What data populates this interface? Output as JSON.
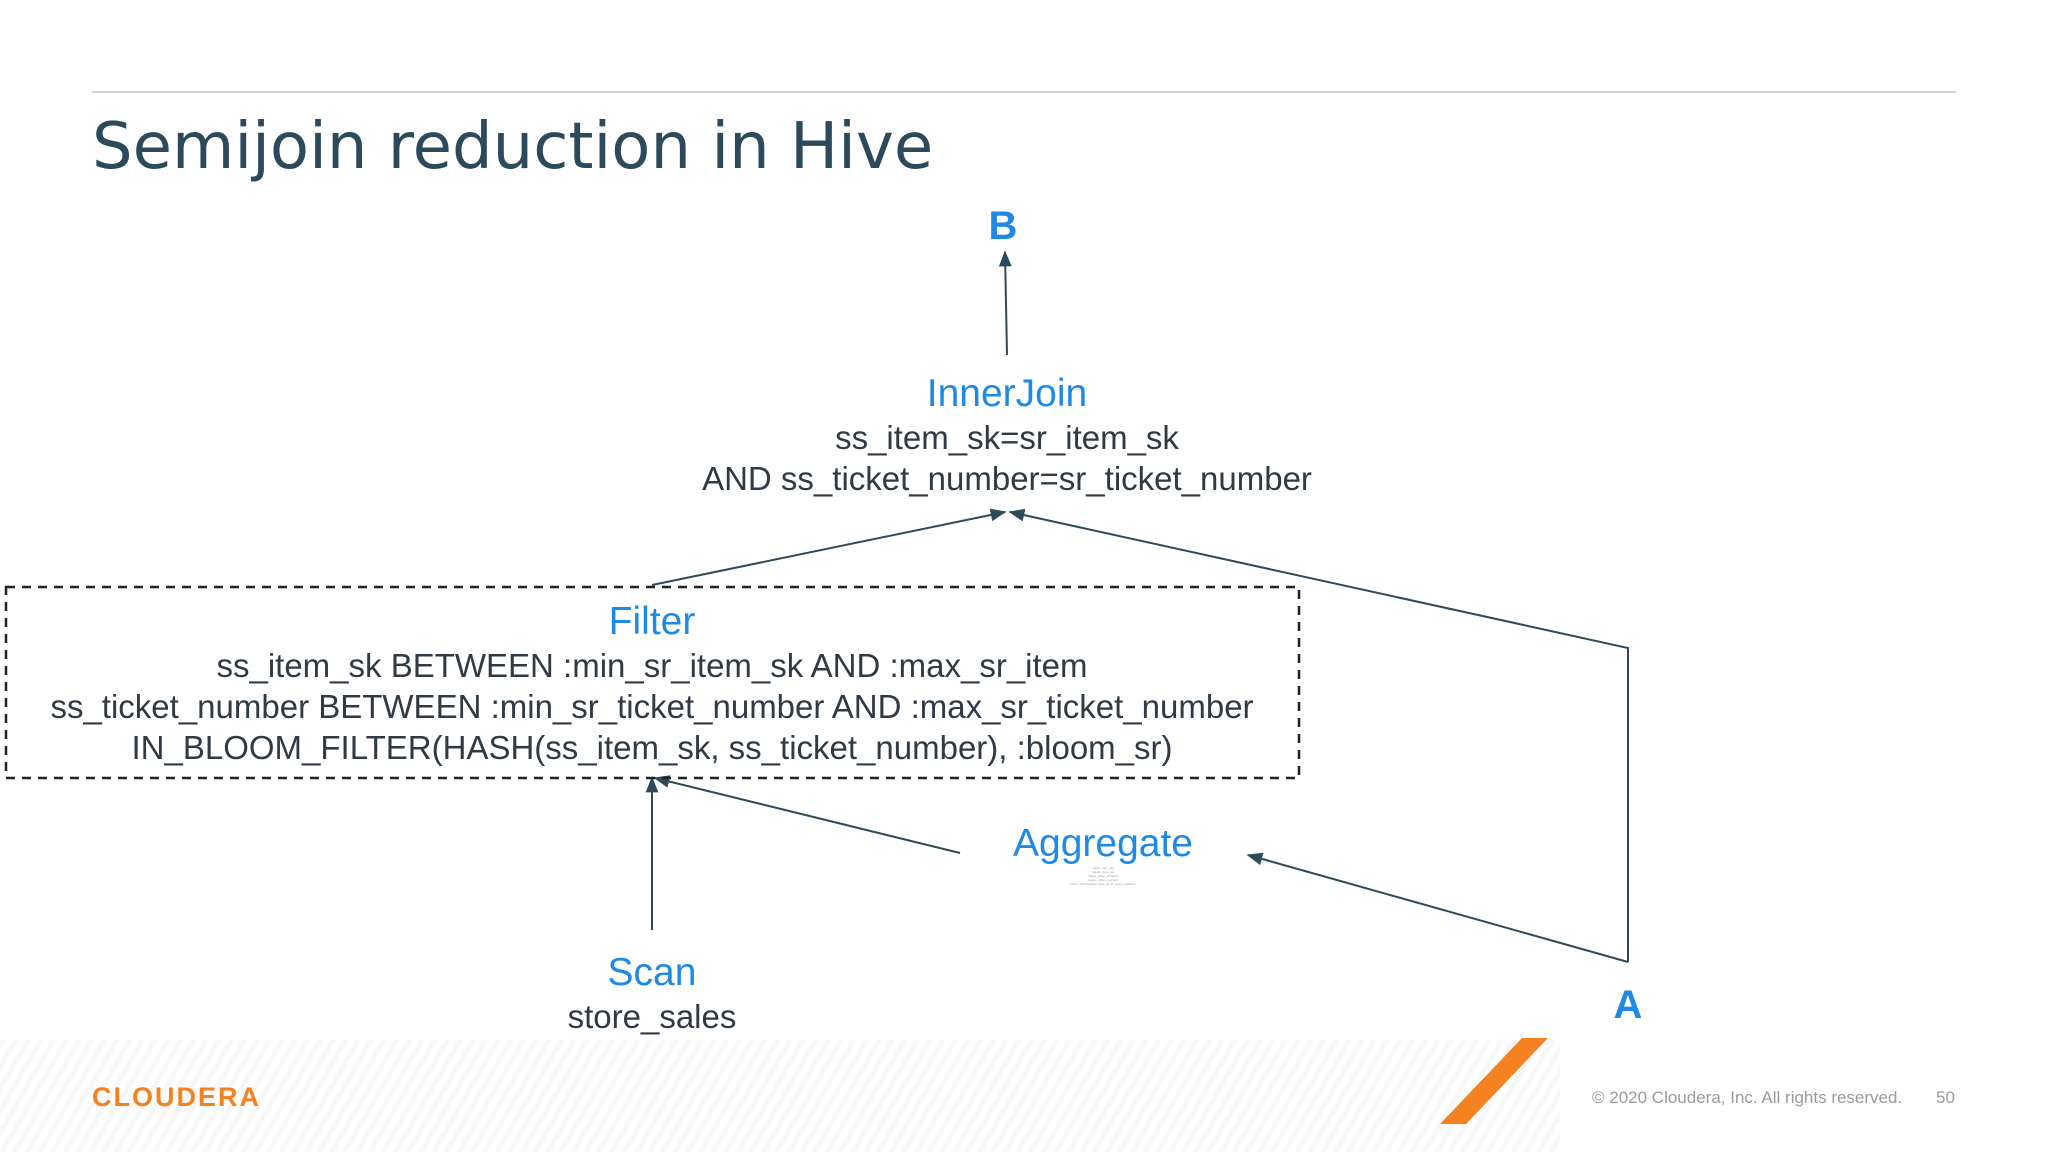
{
  "slide": {
    "title": "Semijoin reduction in Hive",
    "page_number": "50",
    "copyright": "© 2020 Cloudera, Inc. All rights reserved.",
    "logo_text": "CLOUDERA"
  },
  "diagram": {
    "label_b": "B",
    "label_a": "A",
    "innerjoin": {
      "title": "InnerJoin",
      "lines": [
        "ss_item_sk=sr_item_sk",
        "AND ss_ticket_number=sr_ticket_number"
      ]
    },
    "filter": {
      "title": "Filter",
      "lines": [
        "ss_item_sk BETWEEN :min_sr_item_sk AND :max_sr_item",
        "ss_ticket_number BETWEEN :min_sr_ticket_number AND :max_sr_ticket_number",
        "IN_BLOOM_FILTER(HASH(ss_item_sk, ss_ticket_number), :bloom_sr)"
      ]
    },
    "aggregate": {
      "title": "Aggregate",
      "lines": [
        "min(sr_item_sk)",
        "max(sr_item_sk)",
        "min(sr_ticket_number)",
        "max(sr_ticket_number)",
        "bloom_filter(hash(sr_item_sk, sr_ticket_number))"
      ]
    },
    "scan": {
      "title": "Scan",
      "table": "store_sales"
    }
  },
  "colors": {
    "accent": "#1f8ae3",
    "text": "#2f3a45",
    "title": "#2d4a5a",
    "logo": "#f58220",
    "stroke": "#2f4a5a"
  }
}
